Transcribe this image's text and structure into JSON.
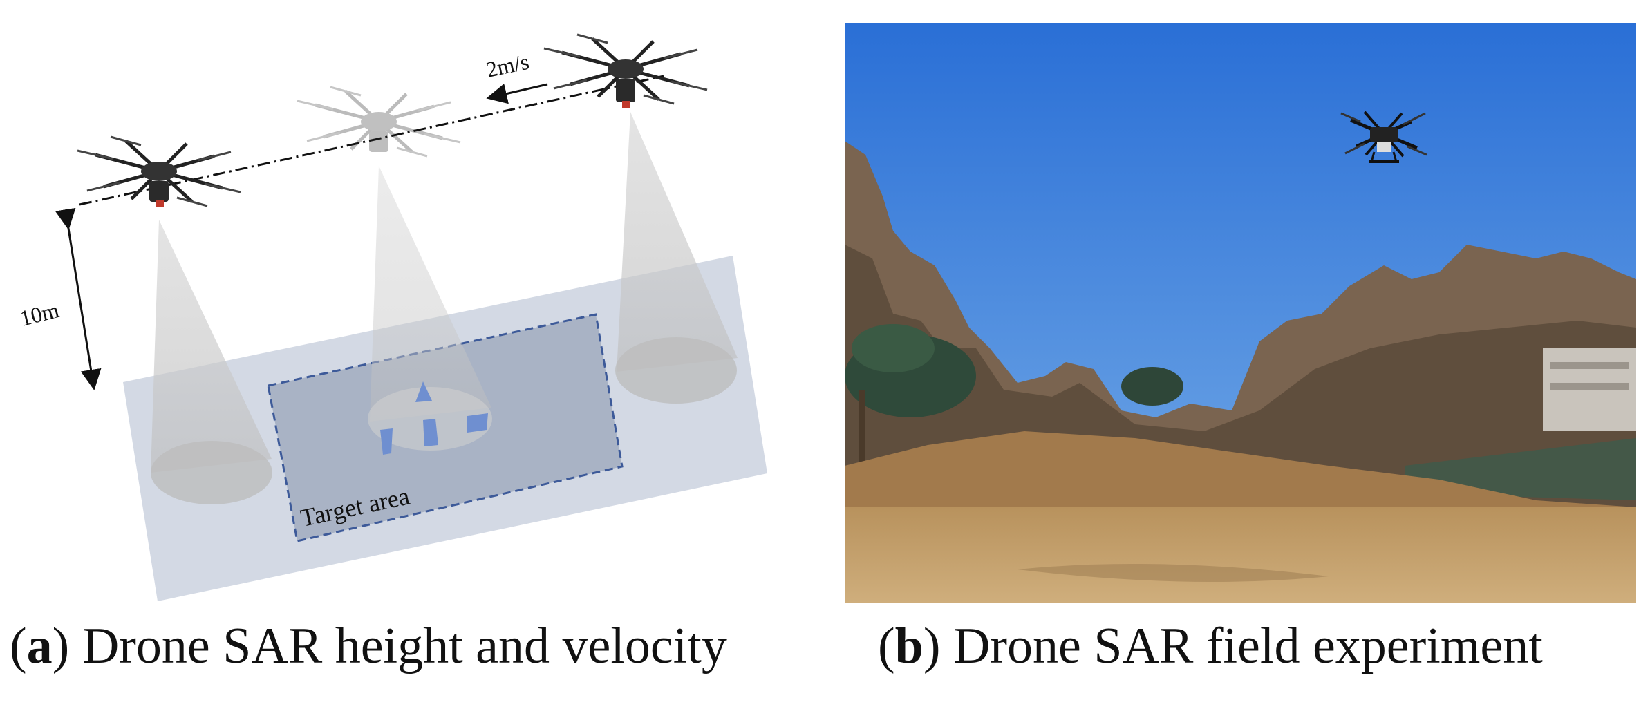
{
  "panel_a": {
    "velocity_label": "2m/s",
    "height_label": "10m",
    "target_label": "Target area",
    "caption": {
      "letter": "a",
      "text": " Drone SAR height and velocity"
    }
  },
  "panel_b": {
    "caption": {
      "letter": "b",
      "text": " Drone SAR field experiment"
    }
  },
  "colors": {
    "ground_plane": "#d3d9e4",
    "target_area": "#a9b3c5",
    "target_border": "#3d5a99",
    "target_marker": "#6f8fd0",
    "beam": "#cfcfcf",
    "sky_top": "#2a6fd6",
    "sky_bottom": "#78aee8",
    "grass": "#c8a373"
  }
}
